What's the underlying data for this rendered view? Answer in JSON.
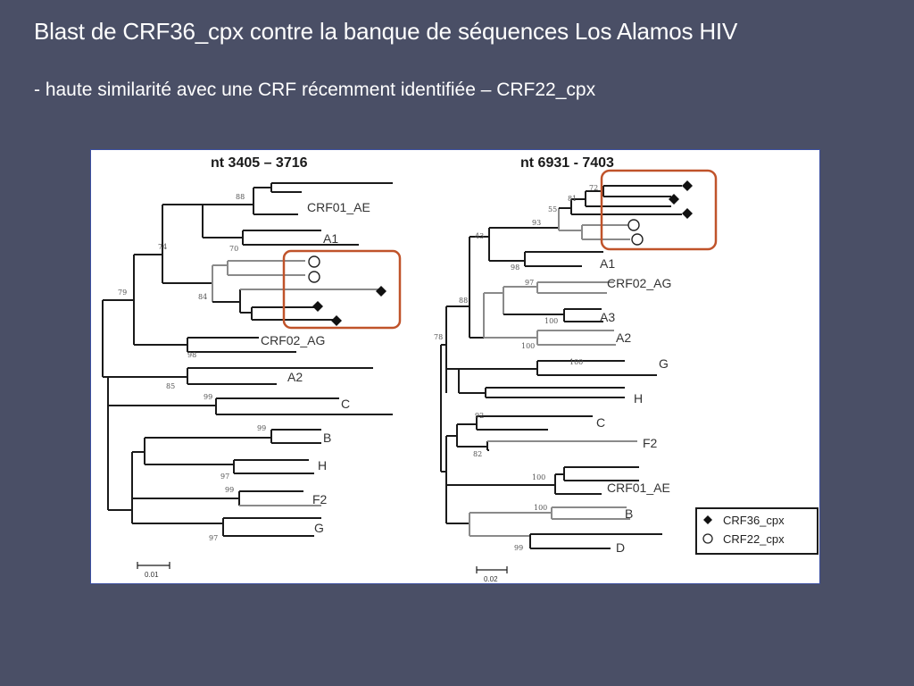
{
  "slide": {
    "title": "Blast de CRF36_cpx contre la banque de séquences Los Alamos HIV",
    "bullet": "- haute similarité avec une CRF récemment identifiée – CRF22_cpx"
  },
  "trees": {
    "left": {
      "title": "nt 3405 – 3716",
      "leaves": {
        "crf01_ae": "CRF01_AE",
        "a1": "A1",
        "crf02_ag": "CRF02_AG",
        "a2": "A2",
        "c": "C",
        "b": "B",
        "h": "H",
        "f2": "F2",
        "g": "G"
      },
      "bootstraps": {
        "n88": "88",
        "n74": "74",
        "n70": "70",
        "n79": "79",
        "n84": "84",
        "n98": "98",
        "n85": "85",
        "n99a": "99",
        "n99b": "99",
        "n97a": "97",
        "n99c": "99",
        "n97b": "97"
      },
      "scale": "0.01"
    },
    "right": {
      "title": "nt 6931 - 7403",
      "leaves": {
        "a1": "A1",
        "crf02_ag": "CRF02_AG",
        "a3": "A3",
        "a2": "A2",
        "g": "G",
        "h": "H",
        "c": "C",
        "f2": "F2",
        "crf01_ae": "CRF01_AE",
        "b": "B",
        "d": "D"
      },
      "bootstraps": {
        "n72": "72",
        "n81": "81",
        "n55": "55",
        "n93": "93",
        "n43": "43",
        "n98": "98",
        "n97": "97",
        "n100a": "100",
        "n100b": "100",
        "n88": "88",
        "n78": "78",
        "n100c": "100",
        "n92": "92",
        "n82": "82",
        "n100d": "100",
        "n100e": "100",
        "n99": "99"
      },
      "scale": "0.02"
    },
    "legend": {
      "crf36": "CRF36_cpx",
      "crf22": "CRF22_cpx"
    }
  },
  "colors": {
    "background": "#4a4f66",
    "highlight": "#c0532a",
    "branch_dark": "#1a1a1a",
    "branch_gray": "#8a8a8a"
  }
}
